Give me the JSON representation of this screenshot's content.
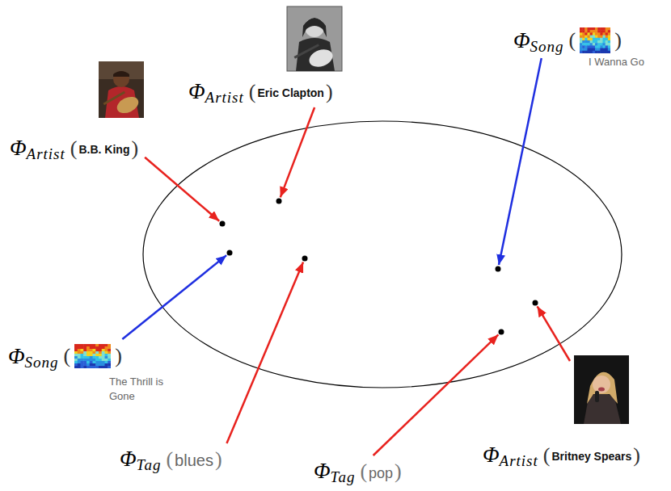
{
  "diagram": {
    "labels": [
      "Φ",
      "Artist",
      "(",
      "Eric Clapton",
      ")",
      "Φ",
      "Song",
      "(",
      ")",
      "I Wanna Go",
      "Φ",
      "Artist",
      "(",
      "B.B. King",
      ")",
      "Φ",
      "Song",
      "(",
      ")",
      "The Thrill is Gone",
      "Φ",
      "Artist",
      "(",
      "Britney Spears",
      ")",
      "Φ",
      "Tag",
      "(",
      "blues",
      ")",
      "Φ",
      "Tag",
      "(",
      "pop",
      ")"
    ]
  }
}
